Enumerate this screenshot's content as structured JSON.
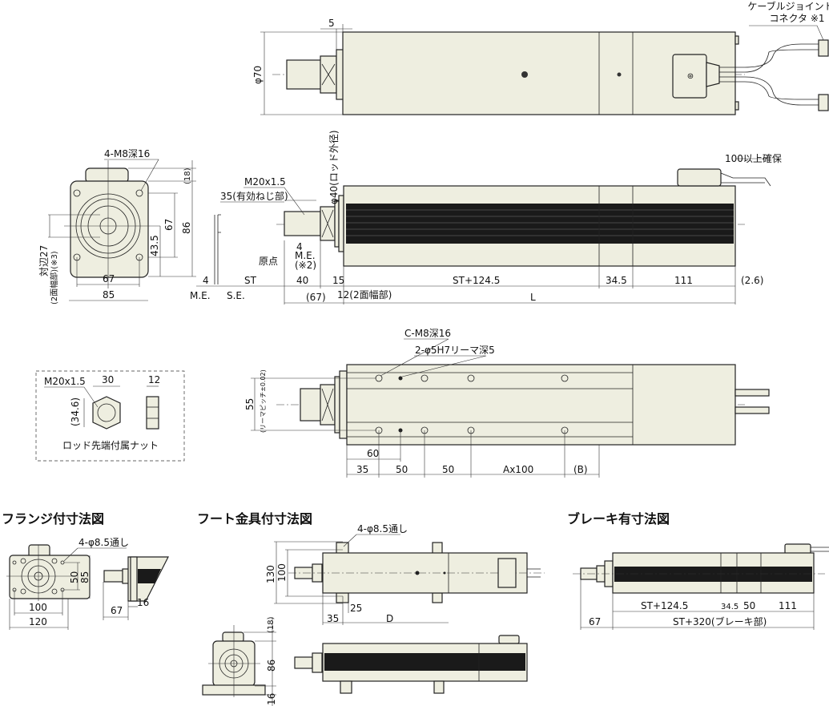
{
  "top_view": {
    "dim_5": "5",
    "dim_phi70": "φ70",
    "connector_label_1": "ケーブルジョイント",
    "connector_label_2": "コネクタ ※1"
  },
  "side_view": {
    "thread": "M20x1.5",
    "thread_len": "35(有効ねじ部)",
    "rod_dia": "φ40(ロッド外径)",
    "origin": "原点",
    "me_4": "4",
    "me": "M.E.",
    "me_note": "(※2)",
    "cable_clearance": "100以上確保",
    "dims": {
      "d4": "4",
      "st": "ST",
      "d40": "40",
      "d15": "15",
      "st124": "ST+124.5",
      "d345": "34.5",
      "d111": "111",
      "d26": "(2.6)",
      "d67": "(67)",
      "d12": "12(2面幅部)",
      "L": "L",
      "me_label": "M.E.",
      "se_label": "S.E."
    }
  },
  "end_view": {
    "tap": "4-M8深16",
    "d18": "(18)",
    "d86": "86",
    "d67v": "67",
    "d435": "43.5",
    "d67h": "67",
    "d85": "85",
    "width_across": "対辺27",
    "width_note": "(2面幅部)(※3)"
  },
  "nut": {
    "thread": "M20x1.5",
    "d30": "30",
    "d12": "12",
    "d346": "(34.6)",
    "caption": "ロッド先端付属ナット"
  },
  "bottom_view": {
    "tap": "C-M8深16",
    "pin": "2-φ5H7リーマ深5",
    "d55": "55",
    "pitch": "(リーマピッチ±0.02)",
    "d60": "60",
    "d35": "35",
    "d50a": "50",
    "d50b": "50",
    "ax100": "Ax100",
    "b": "(B)"
  },
  "flange": {
    "title": "フランジ付寸法図",
    "holes": "4-φ8.5通し",
    "d50": "50",
    "d85": "85",
    "d100": "100",
    "d120": "120",
    "d67": "67",
    "d16": "16"
  },
  "foot": {
    "title": "フート金具付寸法図",
    "holes": "4-φ8.5通し",
    "d130": "130",
    "d100": "100",
    "d25": "25",
    "d35": "35",
    "D": "D",
    "d18": "(18)",
    "d86": "86",
    "d16": "16"
  },
  "brake": {
    "title": "ブレーキ有寸法図",
    "st124": "ST+124.5",
    "d345": "34.5",
    "d50": "50",
    "d111": "111",
    "d67": "67",
    "st320": "ST+320(ブレーキ部)"
  }
}
